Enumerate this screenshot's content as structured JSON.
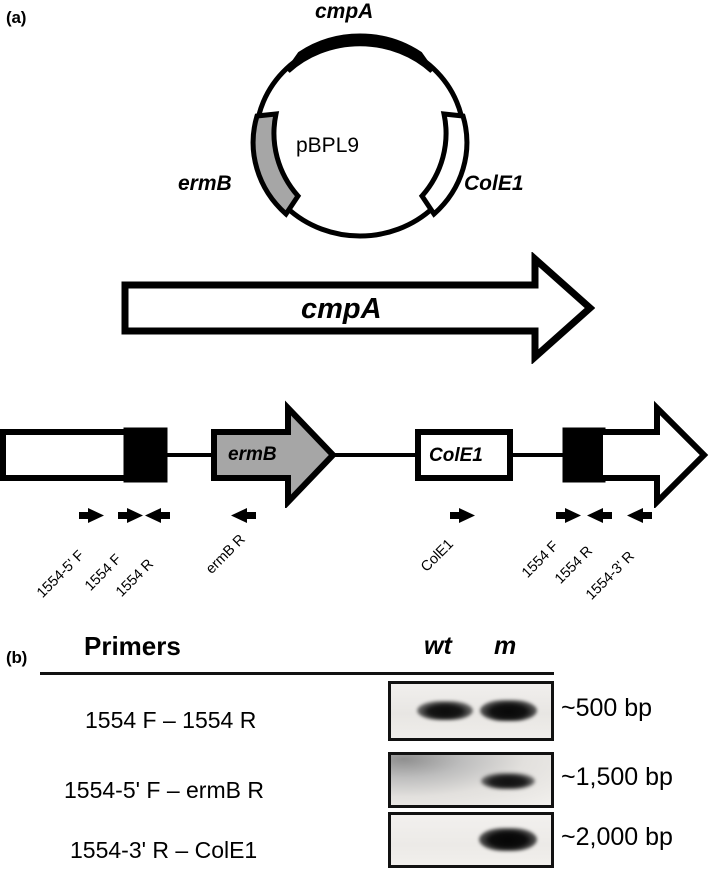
{
  "figure": {
    "panel_a_letter": "(a)",
    "panel_b_letter": "(b)"
  },
  "panel_a": {
    "plasmid": {
      "name": "pBPL9",
      "features": [
        {
          "label": "cmpA",
          "fill": "#000000",
          "position": "top"
        },
        {
          "label": "ermB",
          "fill": "#a6a6a6",
          "position": "left"
        },
        {
          "label": "ColE1",
          "fill": "#ffffff",
          "position": "right"
        }
      ]
    },
    "gene_arrow": {
      "label": "cmpA",
      "fill": "#ffffff"
    },
    "construct": {
      "elements": [
        {
          "name": "left-white-box",
          "label": "",
          "fill": "#ffffff"
        },
        {
          "name": "left-black-box",
          "label": "",
          "fill": "#000000"
        },
        {
          "name": "ermB-arrow",
          "label": "ermB",
          "fill": "#a6a6a6"
        },
        {
          "name": "colE1-box",
          "label": "ColE1",
          "fill": "#ffffff"
        },
        {
          "name": "right-black-box",
          "label": "",
          "fill": "#000000"
        },
        {
          "name": "right-white-arrow",
          "label": "",
          "fill": "#ffffff"
        }
      ],
      "primers": [
        {
          "label": "1554-5' F",
          "direction": "forward"
        },
        {
          "label": "1554 F",
          "direction": "forward"
        },
        {
          "label": "1554 R",
          "direction": "reverse"
        },
        {
          "label": "ermB R",
          "direction": "reverse"
        },
        {
          "label": "ColE1",
          "direction": "forward"
        },
        {
          "label": "1554 F",
          "direction": "forward"
        },
        {
          "label": "1554 R",
          "direction": "reverse"
        },
        {
          "label": "1554-3' R",
          "direction": "reverse"
        }
      ]
    }
  },
  "panel_b": {
    "columns": {
      "primers": "Primers",
      "wt": "wt",
      "m": "m"
    },
    "rows": [
      {
        "primers": "1554 F – 1554 R",
        "size": "~500 bp",
        "wt_band": true,
        "m_band": true
      },
      {
        "primers": "1554-5' F – ermB R",
        "size": "~1,500 bp",
        "wt_band": false,
        "m_band": true
      },
      {
        "primers": "1554-3' R – ColE1",
        "size": "~2,000 bp",
        "wt_band": false,
        "m_band": true
      }
    ]
  }
}
